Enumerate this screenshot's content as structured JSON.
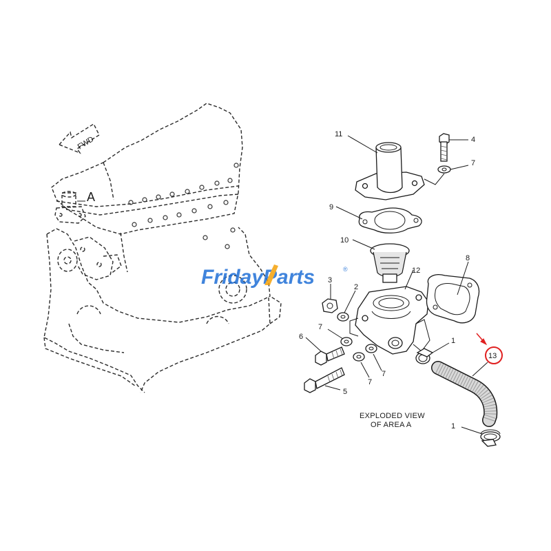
{
  "engine": {
    "fwd_label": "FWD",
    "area_label": "A"
  },
  "callouts": [
    {
      "id": "11",
      "text": "11"
    },
    {
      "id": "4",
      "text": "4"
    },
    {
      "id": "7a",
      "text": "7"
    },
    {
      "id": "9",
      "text": "9"
    },
    {
      "id": "10",
      "text": "10"
    },
    {
      "id": "8",
      "text": "8"
    },
    {
      "id": "12",
      "text": "12"
    },
    {
      "id": "3",
      "text": "3"
    },
    {
      "id": "2",
      "text": "2"
    },
    {
      "id": "7b",
      "text": "7"
    },
    {
      "id": "6",
      "text": "6"
    },
    {
      "id": "7c",
      "text": "7"
    },
    {
      "id": "7d",
      "text": "7"
    },
    {
      "id": "5",
      "text": "5"
    },
    {
      "id": "1a",
      "text": "1"
    },
    {
      "id": "13",
      "text": "13"
    },
    {
      "id": "1b",
      "text": "1"
    }
  ],
  "caption": {
    "line1": "EXPLODED VIEW",
    "line2": "OF AREA A"
  },
  "watermark": {
    "part1": "Friday",
    "part2": "Parts",
    "mark": "®"
  },
  "highlight": {
    "part": "13",
    "color": "#e02020"
  },
  "colors": {
    "watermark_blue": "#1f6fd6",
    "watermark_orange": "#f5a20a",
    "ink": "#1a1a1a"
  }
}
